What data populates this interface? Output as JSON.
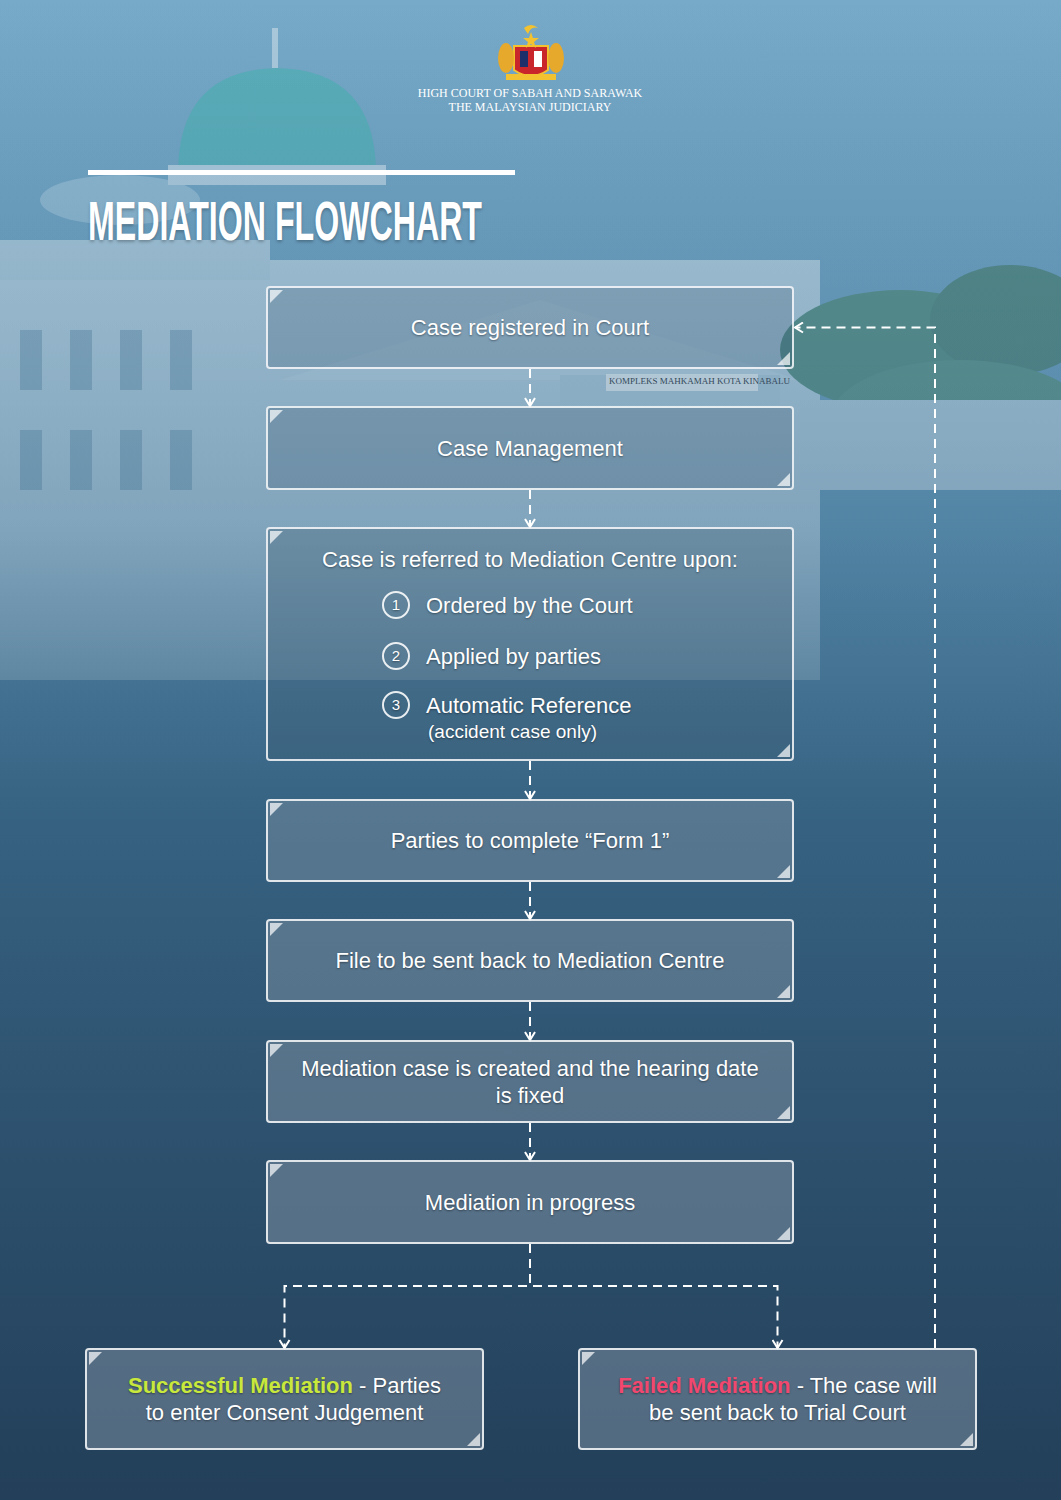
{
  "diagram": {
    "title": "MEDIATION FLOWCHART",
    "nodes": [
      {
        "text": [
          "Case registered in Court"
        ]
      },
      {
        "text": [
          "Case Management"
        ]
      },
      {
        "text": [
          "Case is referred to Mediation Centre upon:"
        ]
      },
      {
        "text": [
          "1",
          "Ordered by the Court"
        ],
        "in": 2
      },
      {
        "text": [
          "2",
          "Applied by parties"
        ],
        "in": 2
      },
      {
        "text": [
          "3",
          "Automatic Reference",
          "(accident case only)"
        ],
        "in": 2
      },
      {
        "text": [
          "Parties to complete “Form 1”"
        ]
      },
      {
        "text": [
          "File to be sent back to Mediation Centre"
        ]
      },
      {
        "text": [
          "Mediation case is created and the hearing date is fixed"
        ]
      },
      {
        "text": [
          "Mediation in progress"
        ]
      },
      {
        "text": [
          "Successful Mediation",
          "- Parties to enter Consent Judgement"
        ]
      },
      {
        "text": [
          "Failed Mediation",
          "- The case will be sent back to Trial Court"
        ]
      }
    ],
    "edges": [
      {
        "from": 0,
        "to": 1,
        "arrow": "to"
      },
      {
        "from": 1,
        "to": 2,
        "arrow": "to"
      },
      {
        "from": 2,
        "to": 6,
        "arrow": "to"
      },
      {
        "from": 6,
        "to": 7,
        "arrow": "to"
      },
      {
        "from": 7,
        "to": 8,
        "arrow": "to"
      },
      {
        "from": 8,
        "to": 9,
        "arrow": "to"
      },
      {
        "from": 9,
        "to": 10,
        "arrow": "to"
      },
      {
        "from": 9,
        "to": 11,
        "arrow": "to"
      },
      {
        "from": 11,
        "to": 0,
        "arrow": "to"
      }
    ],
    "labels": [
      "HIGH COURT OF SABAH AND SARAWAK",
      "THE MALAYSIAN JUDICIARY",
      "KOMPLEKS MAHKAMAH KOTA KINABALU"
    ]
  }
}
